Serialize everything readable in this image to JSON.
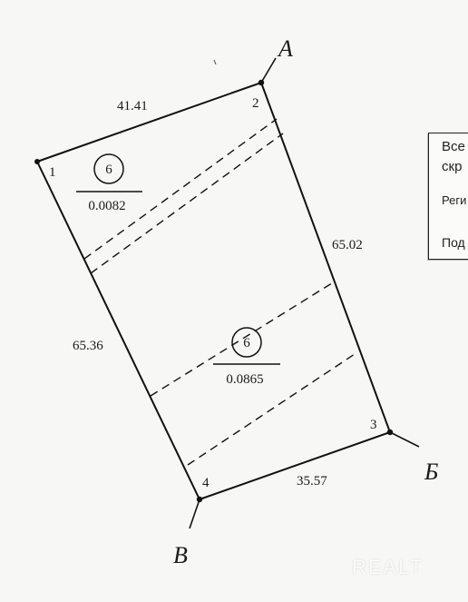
{
  "plan": {
    "corner_letters": {
      "a": "A",
      "b": "Б",
      "v": "В"
    },
    "vertex_labels": {
      "v1": "1",
      "v2": "2",
      "v3": "3",
      "v4": "4"
    },
    "side_lengths": {
      "s12": "41.41",
      "s23": "65.02",
      "s34": "35.57",
      "s41": "65.36"
    },
    "parcel_upper": {
      "number": "6",
      "area": "0.0082"
    },
    "parcel_lower": {
      "number": "6",
      "area": "0.0865"
    }
  },
  "side_panel": {
    "line1": "Все",
    "line2": "скр",
    "line3": "Реги",
    "line4": "Под"
  },
  "watermark": "REALT"
}
